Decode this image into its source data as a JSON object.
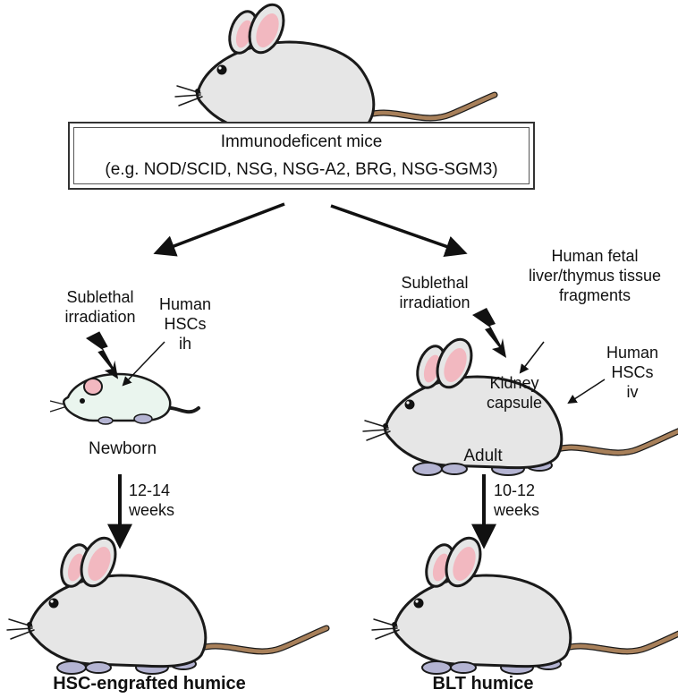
{
  "box": {
    "line1": "Immunodeficent mice",
    "line2": "(e.g. NOD/SCID, NSG, NSG-A2, BRG, NSG-SGM3)"
  },
  "left_branch": {
    "irradiation": [
      "Sublethal",
      "irradiation"
    ],
    "cells": [
      "Human",
      "HSCs",
      "ih"
    ],
    "stage": "Newborn",
    "duration": [
      "12-14",
      "weeks"
    ],
    "result": "HSC-engrafted humice"
  },
  "right_branch": {
    "irradiation": [
      "Sublethal",
      "irradiation"
    ],
    "tissue": [
      "Human fetal",
      "liver/thymus tissue",
      "fragments"
    ],
    "site": [
      "Kidney",
      "capsule"
    ],
    "cells": [
      "Human",
      "HSCs",
      "iv"
    ],
    "stage": "Adult",
    "duration": [
      "10-12",
      "weeks"
    ],
    "result": "BLT humice"
  },
  "colors": {
    "mouse_body": "#e6e6e6",
    "newborn_body": "#eaf5ee",
    "ear_inner": "#f2b8c0",
    "paw": "#b4b4d2",
    "tail": "#a8805a",
    "outline": "#1a1a1a"
  }
}
